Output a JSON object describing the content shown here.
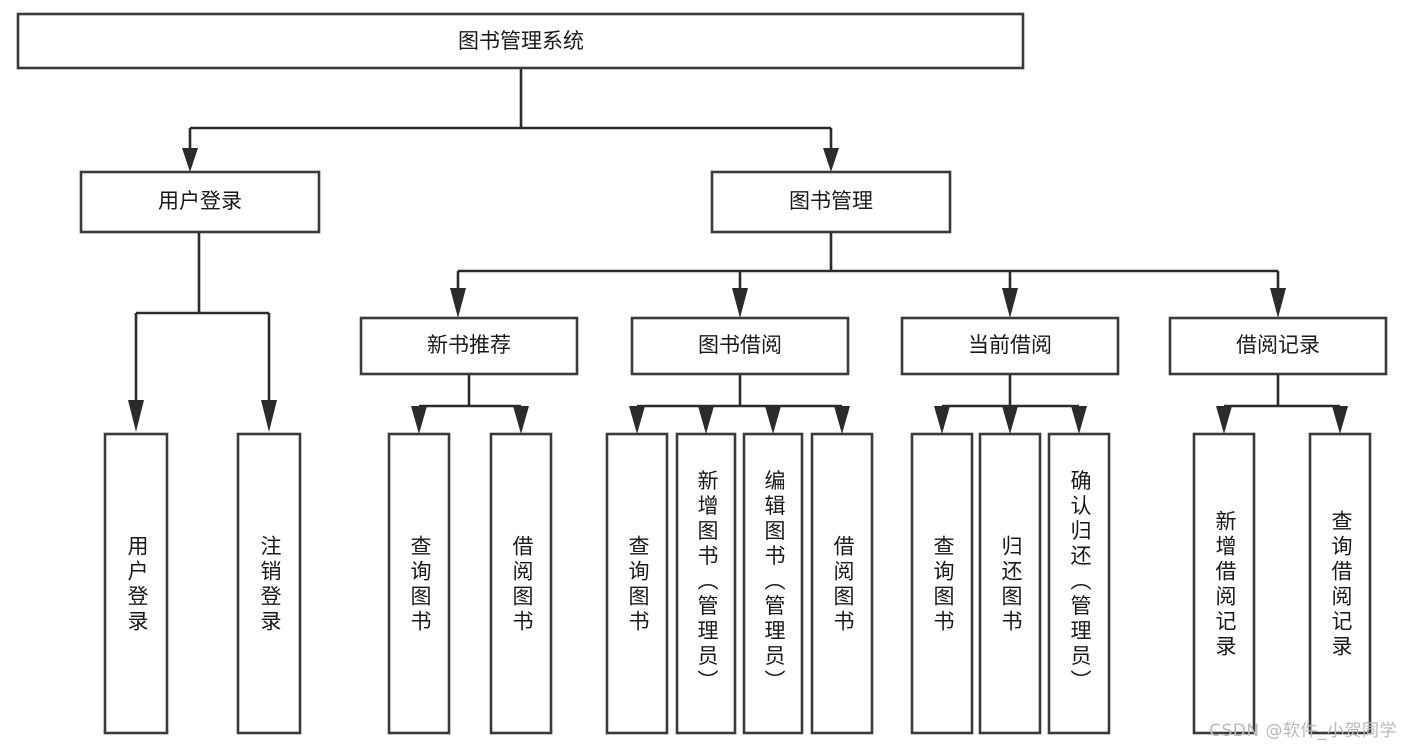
{
  "diagram": {
    "title": "图书管理系统",
    "type": "tree-hierarchy",
    "orientation": "top-down",
    "watermark": "CSDN @软件_小贺同学",
    "colors": {
      "box_stroke": "#3a3a3a",
      "connector": "#2b2b2b",
      "background": "#ffffff",
      "text": "#1a1a1a",
      "watermark": "#b9b9b9"
    }
  },
  "root": {
    "label": "图书管理系统"
  },
  "level1": [
    {
      "label": "用户登录"
    },
    {
      "label": "图书管理"
    }
  ],
  "level2": [
    {
      "label": "新书推荐"
    },
    {
      "label": "图书借阅"
    },
    {
      "label": "当前借阅"
    },
    {
      "label": "借阅记录"
    }
  ],
  "leaves": {
    "user_login": [
      {
        "label": "用户登录"
      },
      {
        "label": "注销登录"
      }
    ],
    "new_book_recommend": [
      {
        "label": "查询图书"
      },
      {
        "label": "借阅图书"
      }
    ],
    "book_borrow": [
      {
        "label": "查询图书"
      },
      {
        "label": "新增图书（管理员）"
      },
      {
        "label": "编辑图书（管理员）"
      },
      {
        "label": "借阅图书"
      }
    ],
    "current_borrow": [
      {
        "label": "查询图书"
      },
      {
        "label": "归还图书"
      },
      {
        "label": "确认归还（管理员）"
      }
    ],
    "borrow_records": [
      {
        "label": "新增借阅记录"
      },
      {
        "label": "查询借阅记录"
      }
    ]
  }
}
